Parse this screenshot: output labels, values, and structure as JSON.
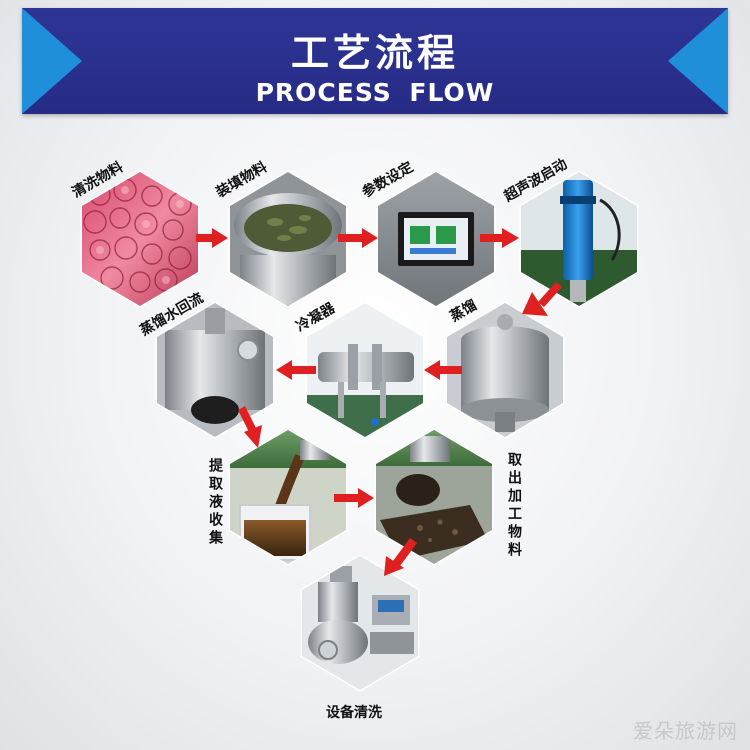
{
  "header": {
    "title": "工艺流程",
    "subtitle": "PROCESS  FLOW"
  },
  "steps": [
    {
      "label": "清洗物料",
      "icon": "rose-petals-icon"
    },
    {
      "label": "装填物料",
      "icon": "loaded-tank-icon"
    },
    {
      "label": "参数设定",
      "icon": "control-panel-icon"
    },
    {
      "label": "超声波启动",
      "icon": "ultrasonic-probe-icon"
    },
    {
      "label": "蒸馏",
      "icon": "distillation-vessel-icon"
    },
    {
      "label": "冷凝器",
      "icon": "condenser-icon"
    },
    {
      "label": "蒸馏水回流",
      "icon": "reflux-tank-icon"
    },
    {
      "label": "提取液收集",
      "icon": "extract-collection-icon"
    },
    {
      "label": "取出加工物料",
      "icon": "material-removal-icon"
    },
    {
      "label": "设备清洗",
      "icon": "equipment-cleaning-icon"
    }
  ],
  "colors": {
    "banner": "#2e3595",
    "banner_accent": "#1e8fd8",
    "arrow": "#e02020"
  },
  "watermark": "爱朵旅游网"
}
